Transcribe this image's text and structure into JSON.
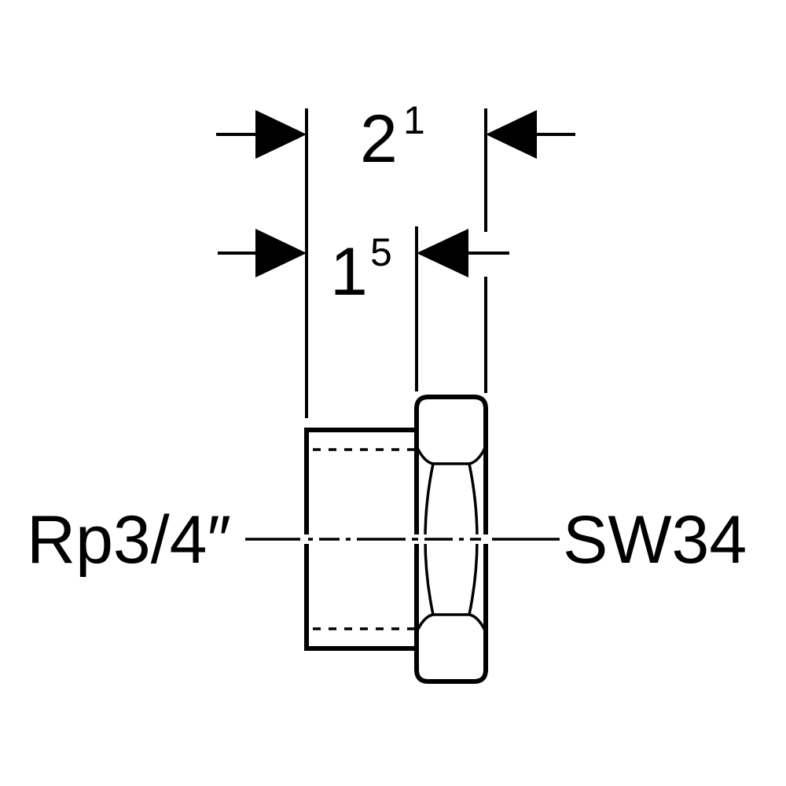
{
  "dimensions": {
    "outer": {
      "base": "2",
      "exponent": "1"
    },
    "inner": {
      "base": "1",
      "exponent": "5"
    }
  },
  "labels": {
    "thread": "Rp3/4″",
    "wrench_size": "SW34"
  },
  "colors": {
    "line": "#000000",
    "background": "#ffffff"
  }
}
